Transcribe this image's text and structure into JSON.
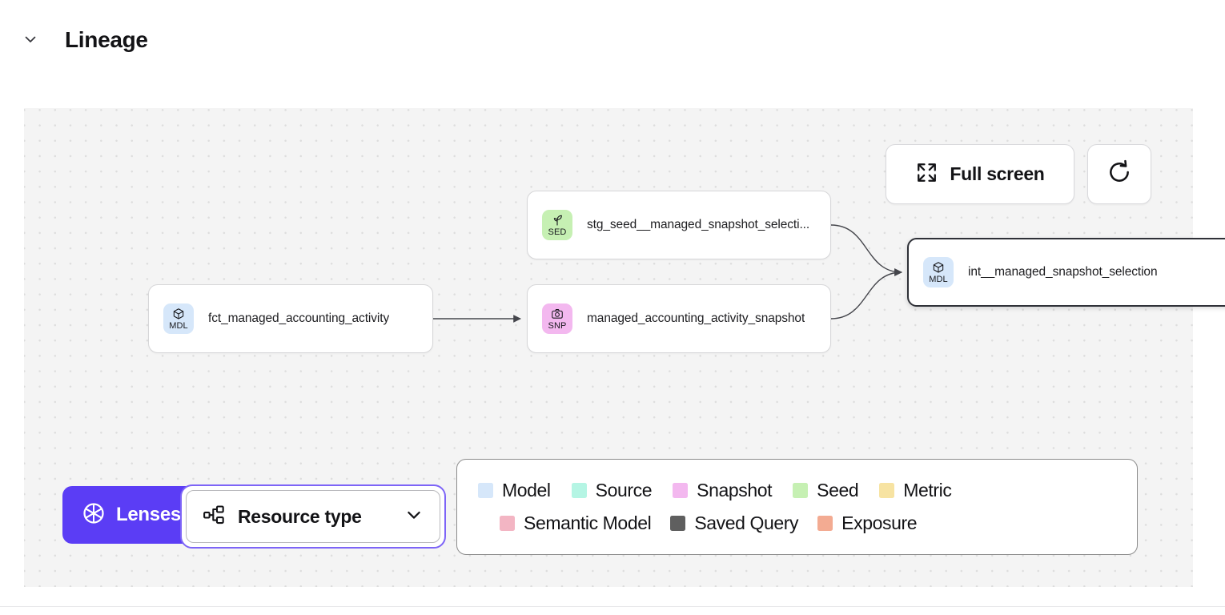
{
  "header": {
    "title": "Lineage",
    "collapse_icon": "chevron-down-icon",
    "expanded": true
  },
  "canvas": {
    "toolbar": {
      "fullscreen_label": "Full screen",
      "fullscreen_icon": "expand-arrows-icon",
      "refresh_icon": "refresh-icon"
    },
    "nodes": [
      {
        "id": "fct_managed_accounting_activity",
        "label": "fct_managed_accounting_activity",
        "type": "Model",
        "badge_code": "MDL",
        "badge_icon": "cube-icon",
        "badge_color": "#d6e7fa",
        "selected": false
      },
      {
        "id": "stg_seed__managed_snapshot_selection",
        "label": "stg_seed__managed_snapshot_selecti...",
        "type": "Seed",
        "badge_code": "SED",
        "badge_icon": "sprout-icon",
        "badge_color": "#c6f0b3",
        "selected": false
      },
      {
        "id": "managed_accounting_activity_snapshot",
        "label": "managed_accounting_activity_snapshot",
        "type": "Snapshot",
        "badge_code": "SNP",
        "badge_icon": "camera-icon",
        "badge_color": "#f3b8ef",
        "selected": false
      },
      {
        "id": "int__managed_snapshot_selection",
        "label": "int__managed_snapshot_selection",
        "type": "Model",
        "badge_code": "MDL",
        "badge_icon": "cube-icon",
        "badge_color": "#d6e7fa",
        "selected": true
      }
    ],
    "edges": [
      {
        "from": "fct_managed_accounting_activity",
        "to": "managed_accounting_activity_snapshot"
      },
      {
        "from": "stg_seed__managed_snapshot_selection",
        "to": "int__managed_snapshot_selection"
      },
      {
        "from": "managed_accounting_activity_snapshot",
        "to": "int__managed_snapshot_selection"
      }
    ]
  },
  "controls": {
    "lenses_label": "Lenses",
    "lenses_icon": "aperture-icon",
    "lenses_color": "#5b3df5",
    "resource_type_label": "Resource type",
    "resource_type_icon": "hierarchy-icon",
    "resource_type_chevron": "chevron-down-icon",
    "resource_type_focused": true
  },
  "legend": {
    "row1": [
      {
        "label": "Model",
        "color": "#d6e7fa"
      },
      {
        "label": "Source",
        "color": "#b5f5e4"
      },
      {
        "label": "Snapshot",
        "color": "#f3b8ef"
      },
      {
        "label": "Seed",
        "color": "#c6f0b3"
      },
      {
        "label": "Metric",
        "color": "#f7e3a2"
      }
    ],
    "row2": [
      {
        "label": "Semantic Model",
        "color": "#f3b5c3"
      },
      {
        "label": "Saved Query",
        "color": "#5f5f5f"
      },
      {
        "label": "Exposure",
        "color": "#f3ab92"
      }
    ]
  }
}
